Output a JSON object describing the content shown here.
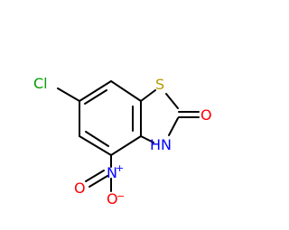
{
  "molecule": {
    "atoms": {
      "chlorine": "Cl",
      "sulfur": "S",
      "carbonyl_oxygen": "O",
      "nitrogen_h": "H",
      "nitrogen_n": "N",
      "nitro_nitrogen": "N",
      "nitro_plus": "+",
      "nitro_oxygen_top": "O",
      "nitro_oxygen_bottom": "O",
      "nitro_minus": "−"
    },
    "colors": {
      "carbon_bond": "#000000",
      "chlorine": "#00a000",
      "sulfur": "#b59a00",
      "oxygen": "#ff0000",
      "nitrogen": "#0000ff"
    }
  }
}
